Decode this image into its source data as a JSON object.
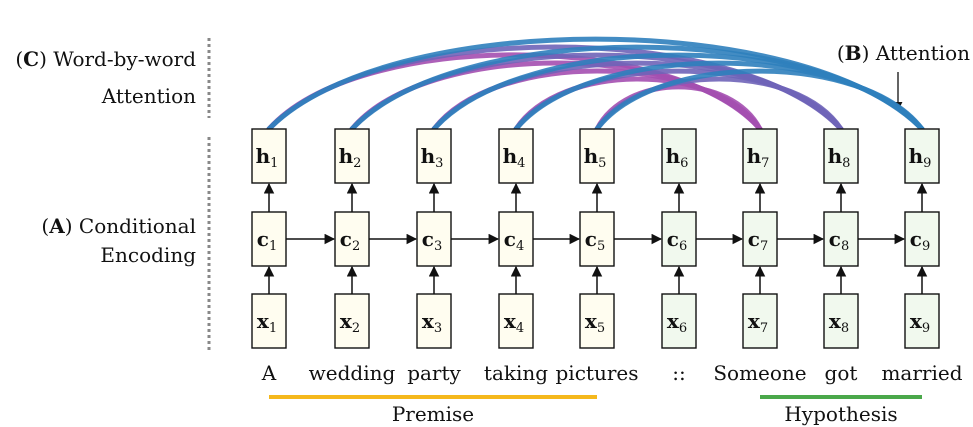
{
  "labels": {
    "c_label_letter": "C",
    "c_label_line1": "Word-by-word",
    "c_label_line2": "Attention",
    "a_label_letter": "A",
    "a_label_line1": "Conditional",
    "a_label_line2": "Encoding",
    "b_label_letter": "B",
    "b_label_text": "Attention"
  },
  "columns": [
    {
      "word": "A",
      "h": "h",
      "c": "c",
      "x": "x",
      "sub": "1",
      "group": "premise"
    },
    {
      "word": "wedding",
      "h": "h",
      "c": "c",
      "x": "x",
      "sub": "2",
      "group": "premise"
    },
    {
      "word": "party",
      "h": "h",
      "c": "c",
      "x": "x",
      "sub": "3",
      "group": "premise"
    },
    {
      "word": "taking",
      "h": "h",
      "c": "c",
      "x": "x",
      "sub": "4",
      "group": "premise"
    },
    {
      "word": "pictures",
      "h": "h",
      "c": "c",
      "x": "x",
      "sub": "5",
      "group": "premise"
    },
    {
      "word": "::",
      "h": "h",
      "c": "c",
      "x": "x",
      "sub": "6",
      "group": "hypothesis"
    },
    {
      "word": "Someone",
      "h": "h",
      "c": "c",
      "x": "x",
      "sub": "7",
      "group": "hypothesis"
    },
    {
      "word": "got",
      "h": "h",
      "c": "c",
      "x": "x",
      "sub": "8",
      "group": "hypothesis"
    },
    {
      "word": "married",
      "h": "h",
      "c": "c",
      "x": "x",
      "sub": "9",
      "group": "hypothesis"
    }
  ],
  "groups": {
    "premise": {
      "label": "Premise",
      "color": "#f5b81c"
    },
    "hypothesis": {
      "label": "Hypothesis",
      "color": "#4aa84a"
    }
  },
  "colors": {
    "premise_fill": "#fffdf0",
    "hypothesis_fill": "#f1f9ee",
    "attention_from_h7": "#a44fb0",
    "attention_from_h8": "#6f64b8",
    "attention_from_h9": "#2f7fbd",
    "dotted_separator": "#888888"
  }
}
